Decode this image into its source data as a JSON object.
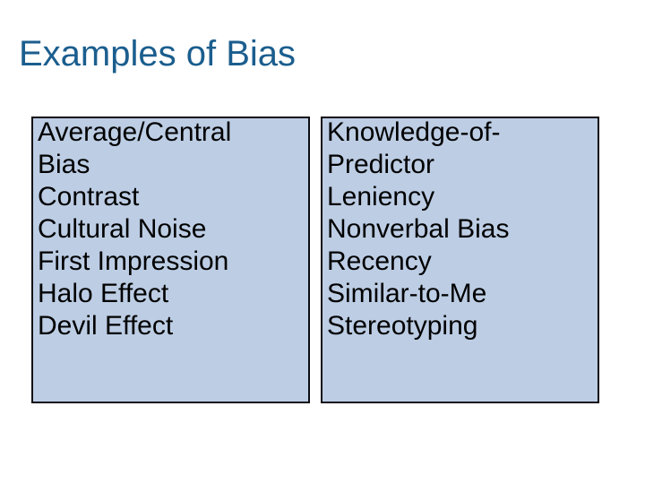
{
  "slide": {
    "title": "Examples of Bias",
    "title_color": "#1B5E8E",
    "background_color": "#FFFFFF",
    "box_fill_color": "#BCCDE4",
    "box_border_color": "#0D0D14",
    "text_color": "#000000"
  },
  "columns": [
    {
      "name": "left",
      "items": [
        "Average/Central\nBias",
        "Contrast",
        "Cultural Noise",
        "First Impression",
        "Halo Effect",
        "Devil Effect"
      ]
    },
    {
      "name": "right",
      "items": [
        "Knowledge-of-\nPredictor",
        "Leniency",
        "Nonverbal Bias",
        "Recency",
        "Similar-to-Me",
        "Stereotyping"
      ]
    }
  ]
}
